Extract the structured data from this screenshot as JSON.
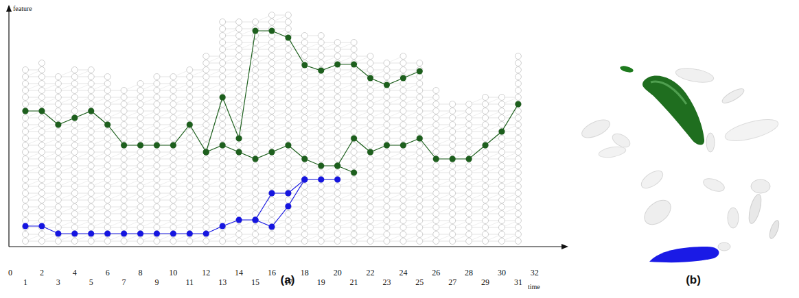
{
  "diagram": {
    "labels": [
      "feature",
      "time",
      "0",
      "1",
      "2",
      "3",
      "4",
      "5",
      "6",
      "7",
      "8",
      "9",
      "10",
      "11",
      "12",
      "13",
      "14",
      "15",
      "16",
      "17",
      "18",
      "19",
      "20",
      "21",
      "22",
      "23",
      "24",
      "25",
      "26",
      "27",
      "28",
      "29",
      "30",
      "31",
      "32",
      "(a)",
      "(b)"
    ]
  }
}
